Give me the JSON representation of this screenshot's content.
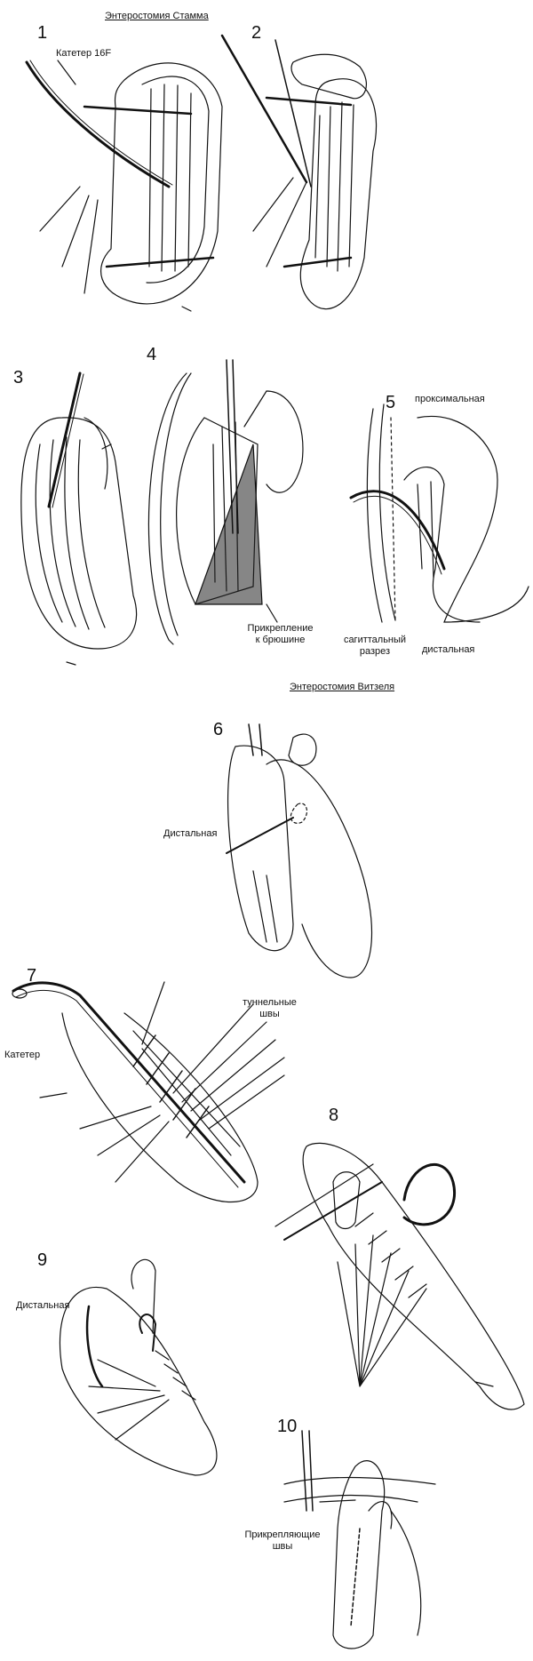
{
  "section_titles": {
    "stamm": "Энтеростомия Стамма",
    "witzel": "Энтеростомия Витзеля"
  },
  "panel_numbers": [
    "1",
    "2",
    "3",
    "4",
    "5",
    "6",
    "7",
    "8",
    "9",
    "10"
  ],
  "labels": {
    "catheter_16f": "Катетер 16F",
    "proximal": "проксимальная",
    "attach_line1": "Прикрепление",
    "attach_line2": "к брюшине",
    "sagittal_line1": "сагиттальный",
    "sagittal_line2": "разрез",
    "distal_5": "дистальная",
    "distal_6": "Дистальная",
    "tunnel_line1": "туннельные",
    "tunnel_line2": "швы",
    "catheter": "Катетер",
    "distal_9": "Дистальная",
    "fix_line1": "Прикрепляющие",
    "fix_line2": "швы"
  }
}
